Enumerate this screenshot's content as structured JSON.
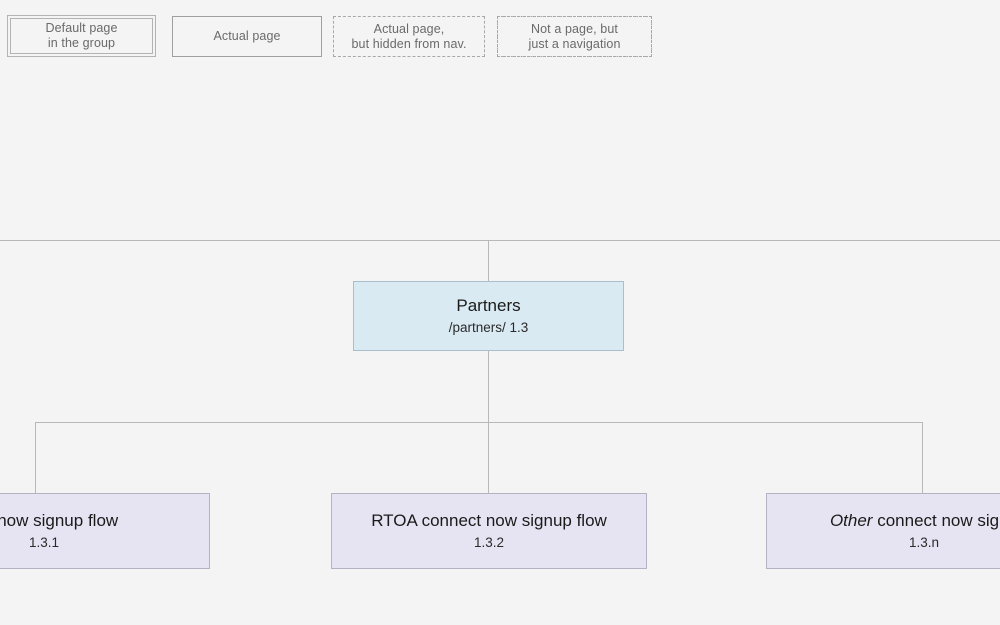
{
  "legend": {
    "items": [
      {
        "id": "default-page-in-group",
        "label": "Default page\nin the group",
        "style": "double-border"
      },
      {
        "id": "actual-page",
        "label": "Actual page",
        "style": "solid"
      },
      {
        "id": "actual-page-hidden",
        "label": "Actual page,\nbut hidden from nav.",
        "style": "dashed"
      },
      {
        "id": "not-a-page-navigation",
        "label": "Not a page, but\njust a navigation",
        "style": "dash-dot"
      }
    ]
  },
  "diagram": {
    "parent": {
      "title": "Partners",
      "subtitle": "/partners/ 1.3",
      "fill": "#daeaf3"
    },
    "children": [
      {
        "title_plain": "",
        "title_italic": "",
        "title": "ect now signup flow",
        "subtitle": "1.3.1",
        "fill": "#e6e4f2",
        "clipped": "left"
      },
      {
        "title": "RTOA connect now signup flow",
        "subtitle": "1.3.2",
        "fill": "#e6e4f2",
        "clipped": "none"
      },
      {
        "title_italic": "Other",
        "title_rest": " connect now signu",
        "subtitle": "1.3.n",
        "fill": "#e6e4f2",
        "clipped": "right"
      }
    ],
    "colors": {
      "background": "#f4f4f4",
      "connector": "#b8b8b8",
      "node_border_blue": "#a9bfc9",
      "node_border_purple": "#b5b2c4"
    }
  }
}
